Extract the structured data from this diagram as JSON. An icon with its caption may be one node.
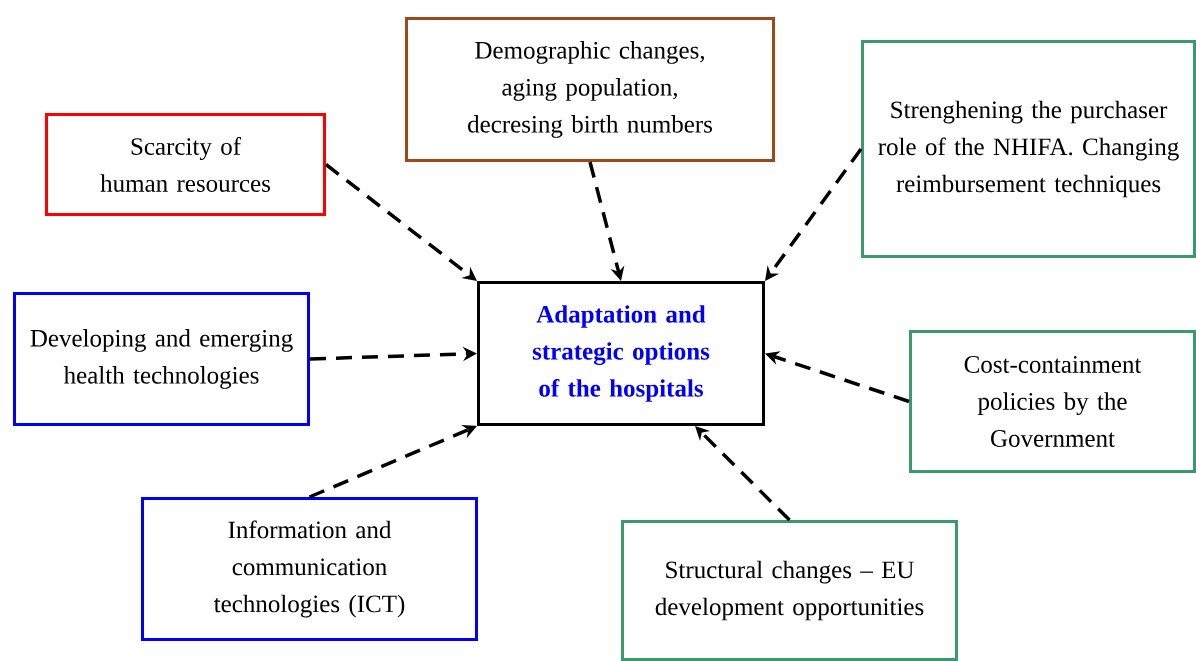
{
  "diagram": {
    "nodes": [
      {
        "text": [
          "Demographic changes, aging population, decresing birth numbers"
        ]
      },
      {
        "text": [
          "Scarcity of human resources"
        ]
      },
      {
        "text": [
          "Strenghening the purchaser role of the NHIFA. Changing reimbursement techniques"
        ]
      },
      {
        "text": [
          "Adaptation and strategic options of the hospitals"
        ]
      },
      {
        "text": [
          "Developing and emerging health technologies"
        ]
      },
      {
        "text": [
          "Cost-containment policies by the Government"
        ]
      },
      {
        "text": [
          "Information and communication technologies (ICT)"
        ]
      },
      {
        "text": [
          "Structural changes – EU development opportunities"
        ]
      }
    ],
    "edges": [
      {
        "from": 1,
        "to": 3,
        "arrow": "to",
        "style": "dashed"
      },
      {
        "from": 0,
        "to": 3,
        "arrow": "to",
        "style": "dashed"
      },
      {
        "from": 2,
        "to": 3,
        "arrow": "to",
        "style": "dashed"
      },
      {
        "from": 4,
        "to": 3,
        "arrow": "to",
        "style": "dashed"
      },
      {
        "from": 5,
        "to": 3,
        "arrow": "to",
        "style": "dashed"
      },
      {
        "from": 6,
        "to": 3,
        "arrow": "to",
        "style": "dashed"
      },
      {
        "from": 7,
        "to": 3,
        "arrow": "to",
        "style": "dashed"
      }
    ]
  }
}
